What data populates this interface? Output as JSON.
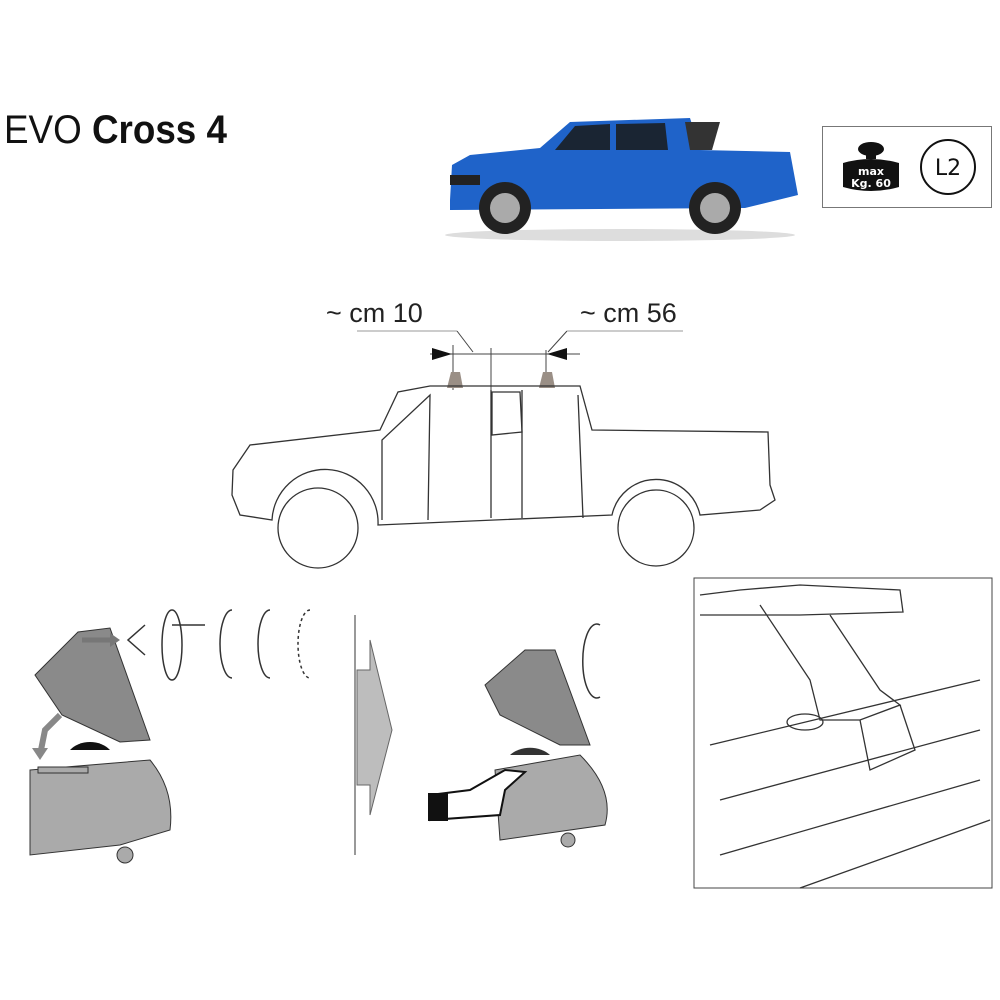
{
  "title": {
    "light": "EVO",
    "bold": "Cross 4"
  },
  "badge": {
    "weight_line1": "max",
    "weight_line2": "Kg. 60",
    "fit_code": "L2"
  },
  "dimensions": {
    "front": "~ cm 10",
    "rear": "~ cm 56"
  },
  "colors": {
    "truck_blue": "#1f63c9",
    "foot_grey": "#8a8a8a",
    "accent_arrow": "#bdbdbd"
  }
}
